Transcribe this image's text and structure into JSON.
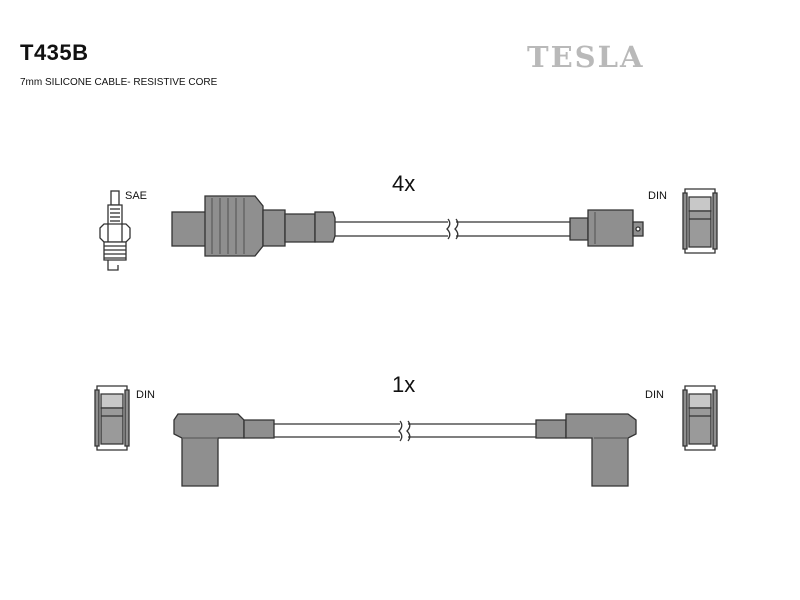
{
  "header": {
    "part_number": "T435B",
    "description": "7mm SILICONE CABLE- RESISTIVE CORE",
    "brand": "TESLA"
  },
  "colors": {
    "boot_fill": "#8f8f8f",
    "boot_dark": "#5f5f5f",
    "cable_fill": "#ffffff",
    "outline": "#333333",
    "brand_gray": "#b9b9b9"
  },
  "cable_set": [
    {
      "quantity": "4x",
      "end_a": {
        "type": "SAE",
        "label": "SAE",
        "icon": "spark-plug-icon"
      },
      "end_b": {
        "type": "DIN",
        "label": "DIN",
        "icon": "din-terminal-icon"
      }
    },
    {
      "quantity": "1x",
      "end_a": {
        "type": "DIN",
        "label": "DIN",
        "icon": "din-terminal-icon"
      },
      "end_b": {
        "type": "DIN",
        "label": "DIN",
        "icon": "din-terminal-icon"
      }
    }
  ]
}
